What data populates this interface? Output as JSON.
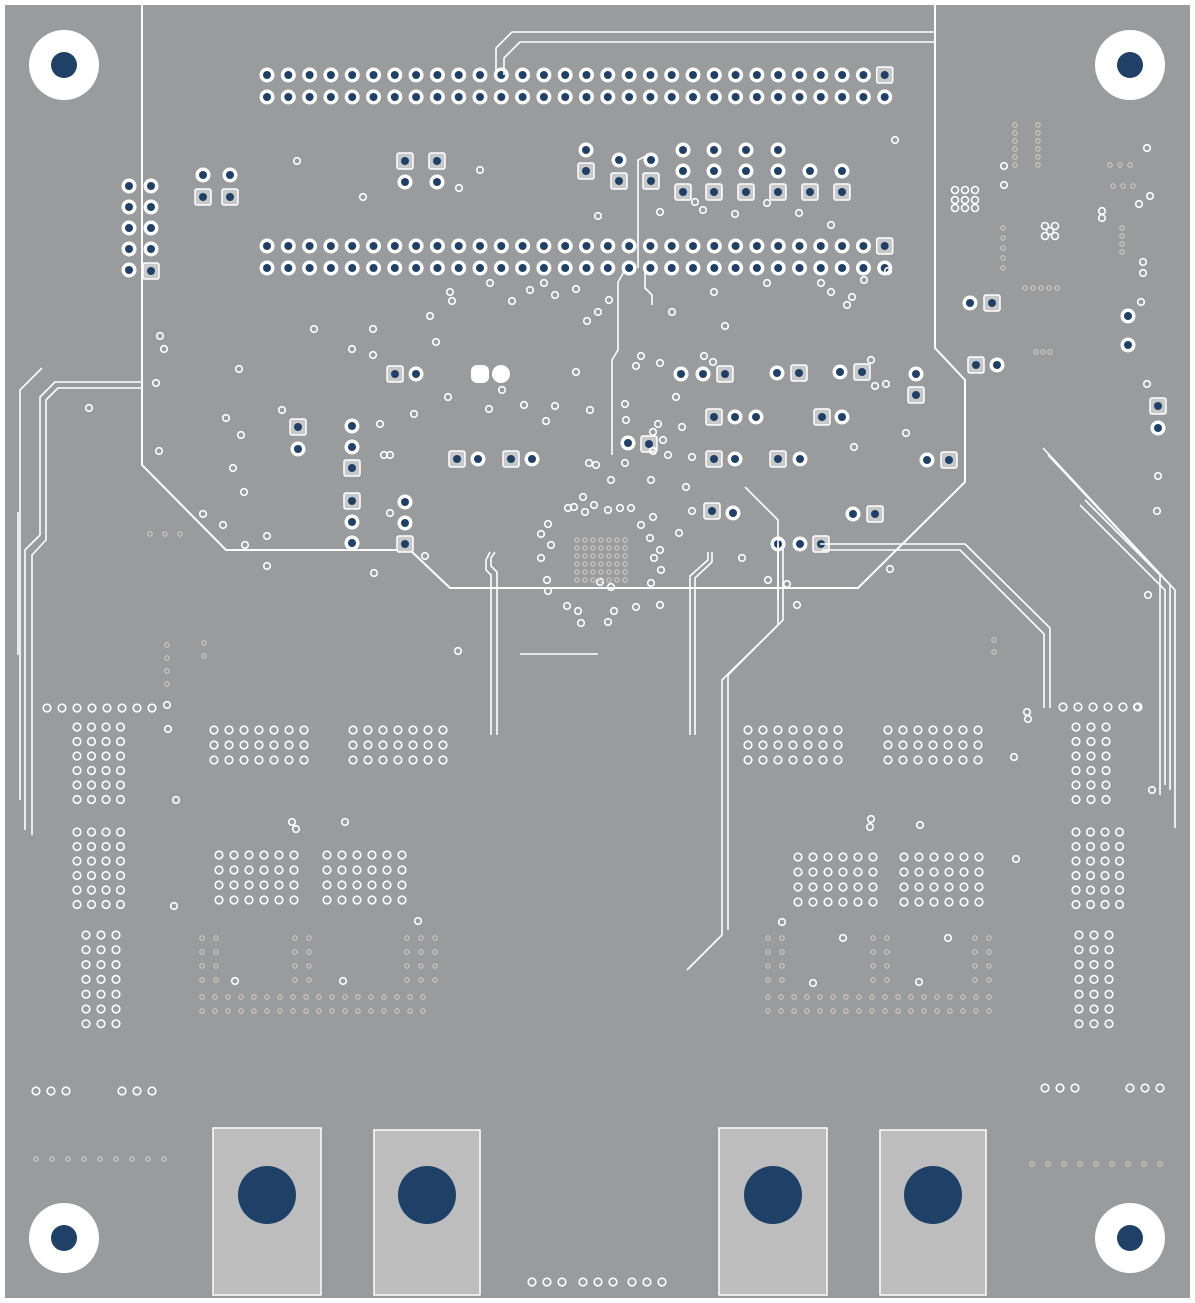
{
  "board": {
    "name": "",
    "background_color": "#ffffff",
    "copper_color": "#9a9b9d",
    "outline_color": "#ffffff",
    "pad_color": "#1f4168",
    "pad_ring_color": "#ffffff",
    "pad_square_color": "#c8c8c8",
    "connector_pad_color": "#bdbdbd",
    "silk_via_color": "#d8d0c8"
  },
  "components": {
    "mounting_holes": 4,
    "header_pins_per_row": 30,
    "header_rows": 4,
    "power_connectors": 4
  }
}
